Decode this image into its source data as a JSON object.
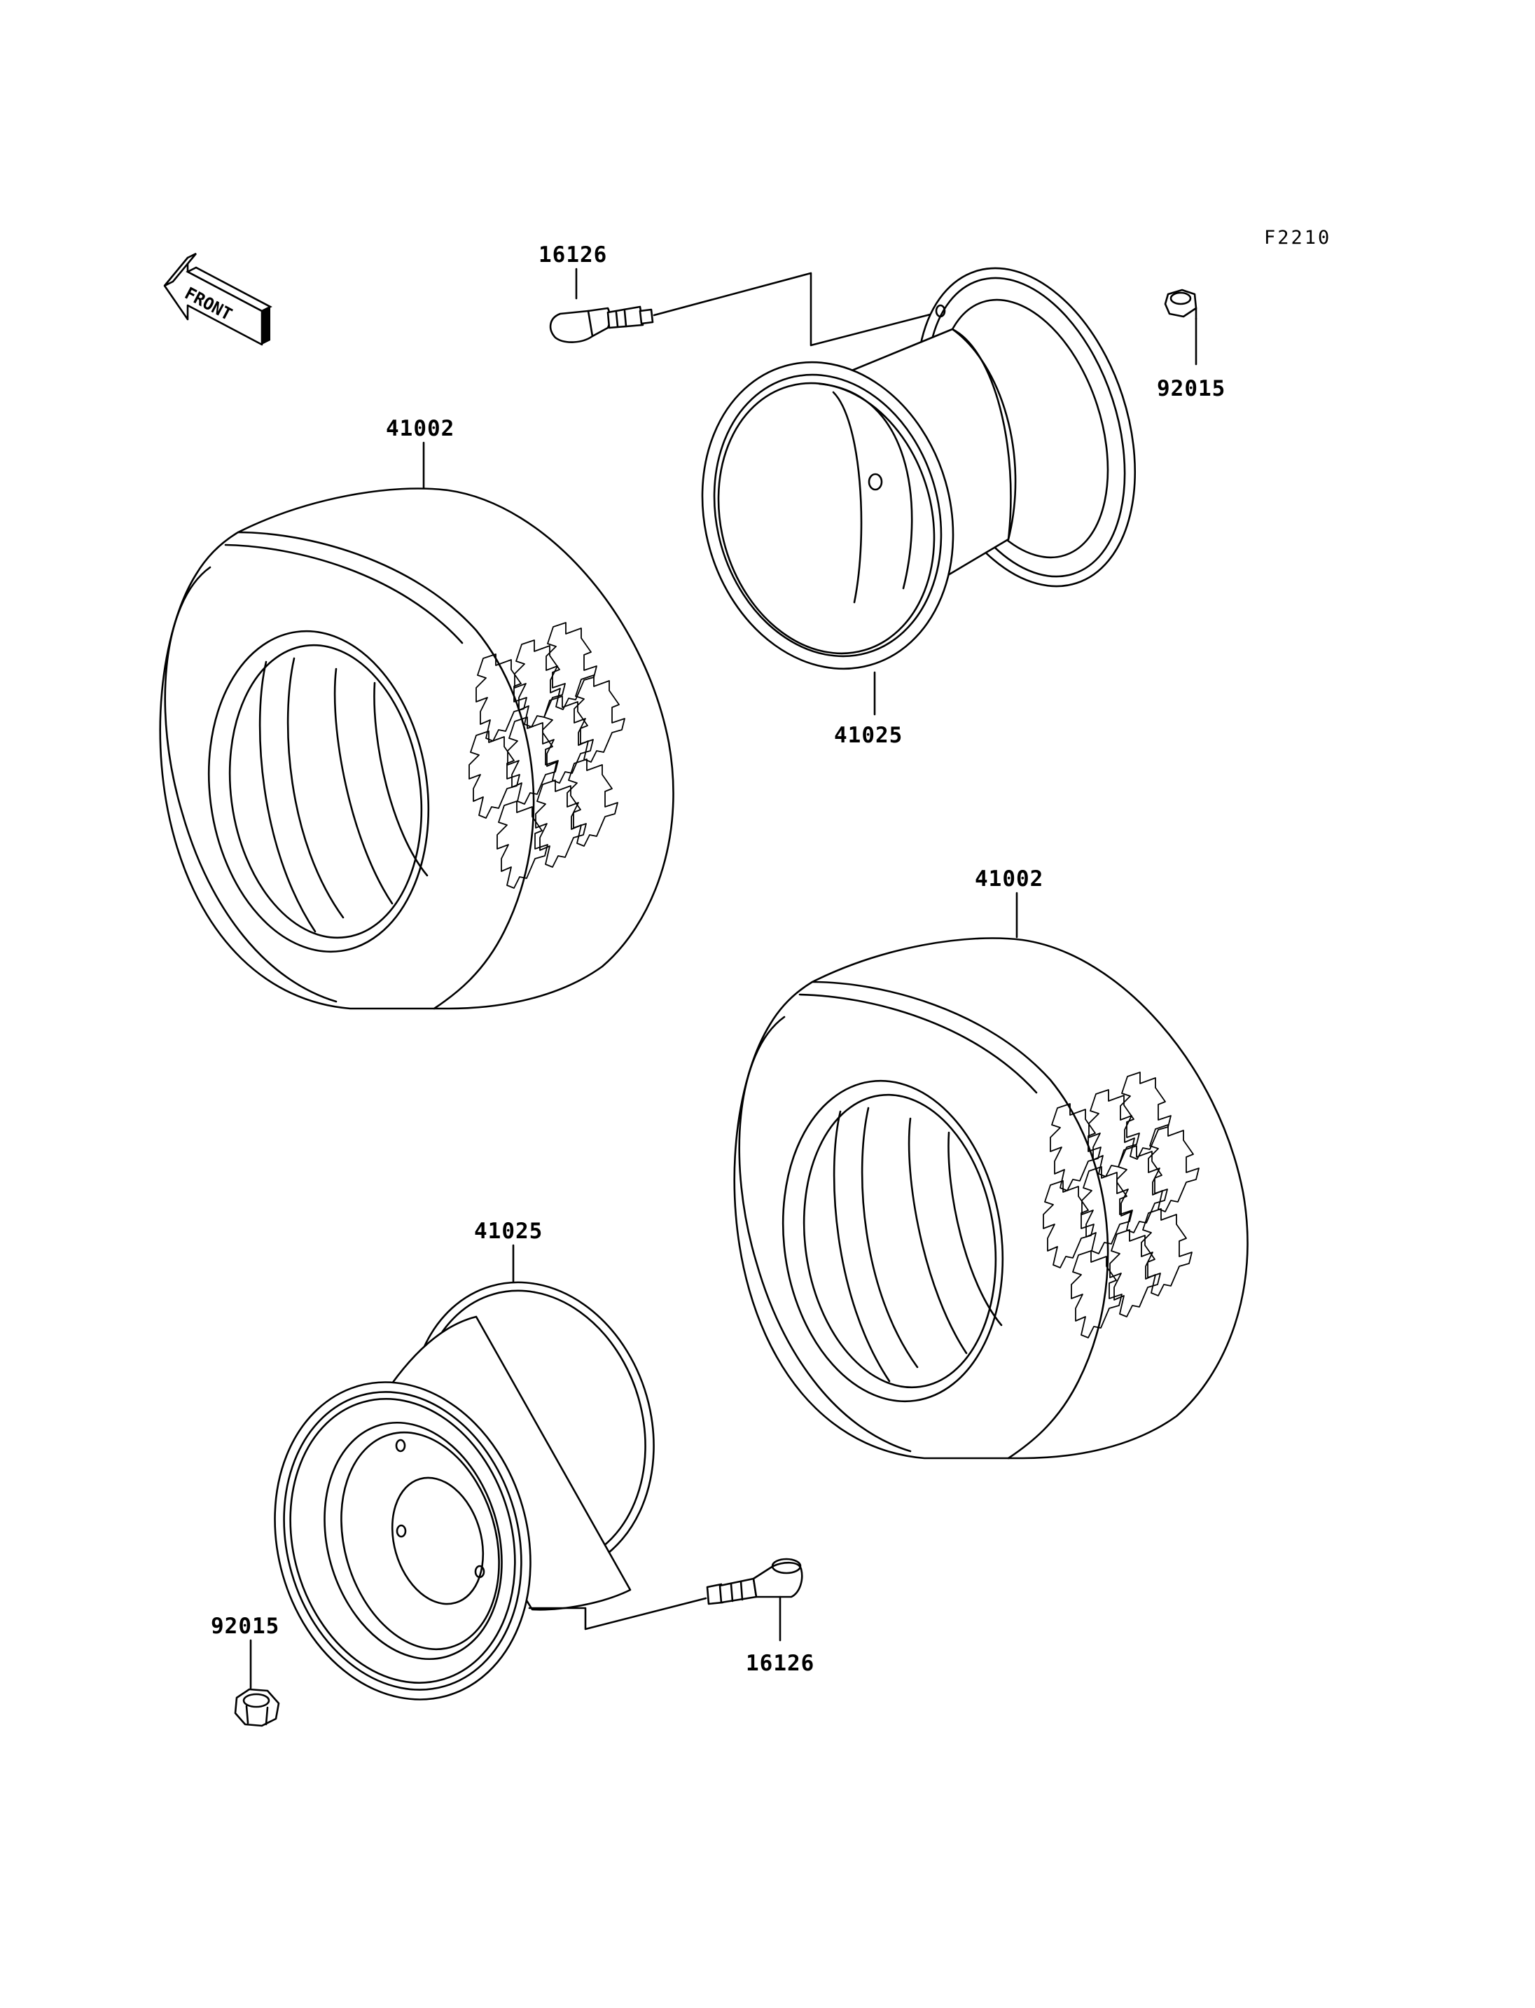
{
  "figure_code": "F2210",
  "direction_label": "FRONT",
  "parts": {
    "valve_top": "16126",
    "nut_top": "92015",
    "tire_left": "41002",
    "rim_top": "41025",
    "tire_right": "41002",
    "rim_bottom": "41025",
    "nut_bottom": "92015",
    "valve_bottom": "16126"
  }
}
